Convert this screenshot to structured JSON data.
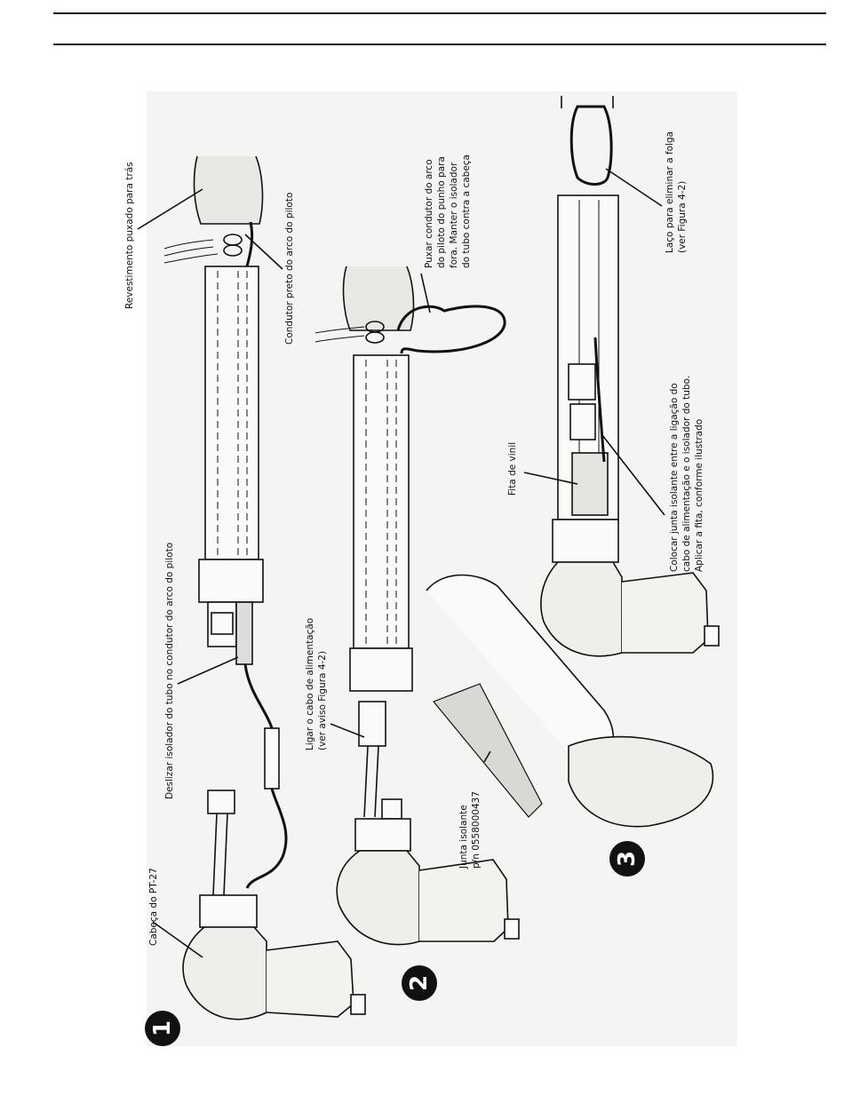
{
  "step_badges": [
    "1",
    "2",
    "3"
  ],
  "labels": {
    "revestimento": "Revestimento puxado para trás",
    "condutor_preto": "Condutor preto do arco do piloto",
    "puxar_l1": "Puxar condutor do arco",
    "puxar_l2": "do piloto do punho para",
    "puxar_l3": "fora. Manter o isolador",
    "puxar_l4": "do tubo contra a cabeça",
    "laco_l1": "Laço para eliminar a folga",
    "laco_l2": "(ver Figura 4-2)",
    "deslizar": "Deslizar isolador do tubo no condutor do arco do piloto",
    "ligar_l1": "Ligar o cabo de alimentação",
    "ligar_l2": "(ver aviso Figura 4-2)",
    "cabeca": "Cabeça do PT-27",
    "junta_l1": "Junta isolante",
    "junta_l2": "p/n 0558000437",
    "fita": "Fita de vinil",
    "colocar_l1": "Colocar junta isolante entre a ligação do",
    "colocar_l2": "cabo de alimentação e o isolador do tubo.",
    "colocar_l3": "Aplicar a fita, conforme ilustrado"
  },
  "colors": {
    "ink": "#111111",
    "paper": "#f4f4f2",
    "badge": "#111111"
  }
}
